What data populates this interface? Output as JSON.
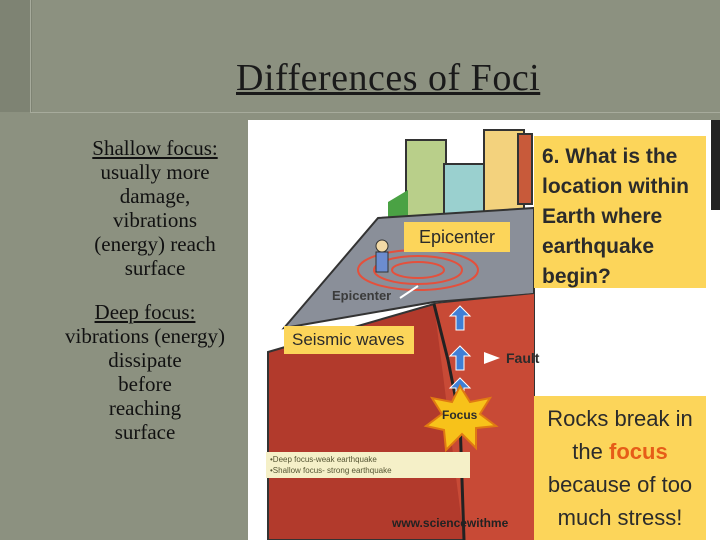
{
  "slide": {
    "title": "Differences of Foci",
    "shallow": {
      "heading": "Shallow focus:",
      "lines": [
        "usually more",
        "damage,",
        "vibrations",
        "(energy) reach",
        "surface"
      ]
    },
    "deep": {
      "heading": "Deep focus:",
      "lines": [
        "vibrations (energy)",
        "dissipate",
        "before",
        "reaching",
        "surface"
      ]
    }
  },
  "figure": {
    "question_lines": [
      "6. What is the",
      "location within",
      "Earth where",
      "earthquake",
      "begin?"
    ],
    "epicenter_box": "Epicenter",
    "epicenter_label": "Epicenter",
    "seismic_waves": "Seismic waves",
    "fault": "Fault",
    "focus": "Focus",
    "legend": [
      "•Deep focus-weak earthquake",
      "•Shallow focus- strong earthquake"
    ],
    "rocks_line1": "Rocks break in",
    "rocks_the": "the ",
    "rocks_focus": "focus",
    "rocks_line3": "because of too",
    "rocks_line4": "much stress!",
    "website": "www.sciencewithme"
  }
}
